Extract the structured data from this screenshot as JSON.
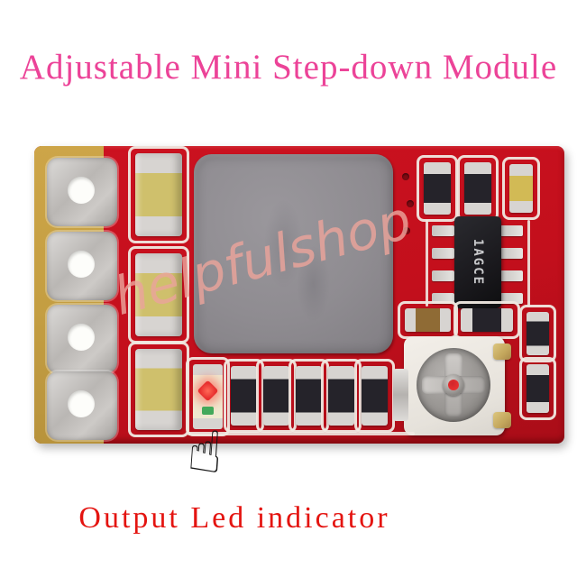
{
  "title": "Adjustable Mini Step-down Module",
  "caption": "Output Led indicator",
  "watermark": "helpfulshop",
  "pointer_glyph": "☝",
  "board": {
    "ic_label": "1AGCE"
  },
  "colors": {
    "title-pink": "#ec4398",
    "caption-red": "#e41410",
    "watermark-pink": "#eba49b",
    "hand-black": "#141414",
    "pcb-red": "#cc1220",
    "pcb-red-dark": "#a90d18",
    "edge-yellow": "#c49e42",
    "silkscreen": "#f0e9e2",
    "solder": "#d7d4d1",
    "pad-silver": "#bab7b4",
    "hole-white": "#fdfdfa",
    "comp-black": "#25232a",
    "comp-brown": "#8f6b35",
    "cap-yellow": "#d2ba55",
    "cap-body": "#cfc06c",
    "inductor-gray": "#8f8c91",
    "ic-black": "#1a191d",
    "ic-text": "#c8c9cb",
    "led-red": "#e8302f",
    "led-green": "#43a95b",
    "pot-white": "#f3efe9",
    "pot-metal": "#989592",
    "brass": "#c3a65c",
    "via-dark": "#7e0a12"
  }
}
